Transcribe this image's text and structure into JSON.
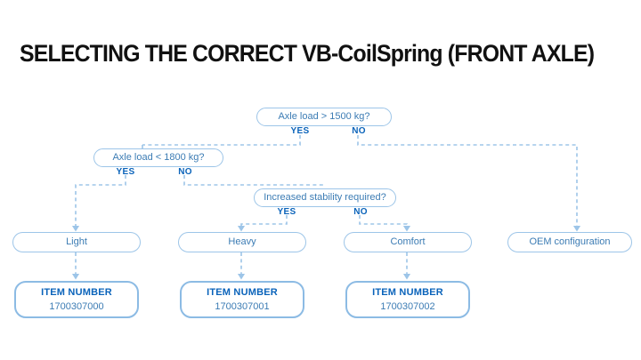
{
  "page": {
    "title": "SELECTING THE CORRECT VB-CoilSpring (FRONT AXLE)",
    "background": "#ffffff",
    "accent_text": "#3c7cb4",
    "accent_bold": "#0a63ba",
    "accent_border": "#9dc5e8",
    "title_color": "#111111"
  },
  "flow": {
    "decisions": [
      {
        "id": "axle-load-1500",
        "question": "Axle load > 1500 kg?",
        "yes_label": "YES",
        "no_label": "NO"
      },
      {
        "id": "axle-load-1800",
        "question": "Axle load < 1800 kg?",
        "yes_label": "YES",
        "no_label": "NO"
      },
      {
        "id": "increased-stability",
        "question": "Increased stability required?",
        "yes_label": "YES",
        "no_label": "NO"
      }
    ],
    "results": [
      {
        "id": "light",
        "label": "Light"
      },
      {
        "id": "heavy",
        "label": "Heavy"
      },
      {
        "id": "comfort",
        "label": "Comfort"
      },
      {
        "id": "oem",
        "label": "OEM configuration"
      }
    ],
    "items": [
      {
        "id": "item-light",
        "label": "ITEM NUMBER",
        "number": "1700307000"
      },
      {
        "id": "item-heavy",
        "label": "ITEM NUMBER",
        "number": "1700307001"
      },
      {
        "id": "item-comfort",
        "label": "ITEM NUMBER",
        "number": "1700307002"
      }
    ]
  }
}
